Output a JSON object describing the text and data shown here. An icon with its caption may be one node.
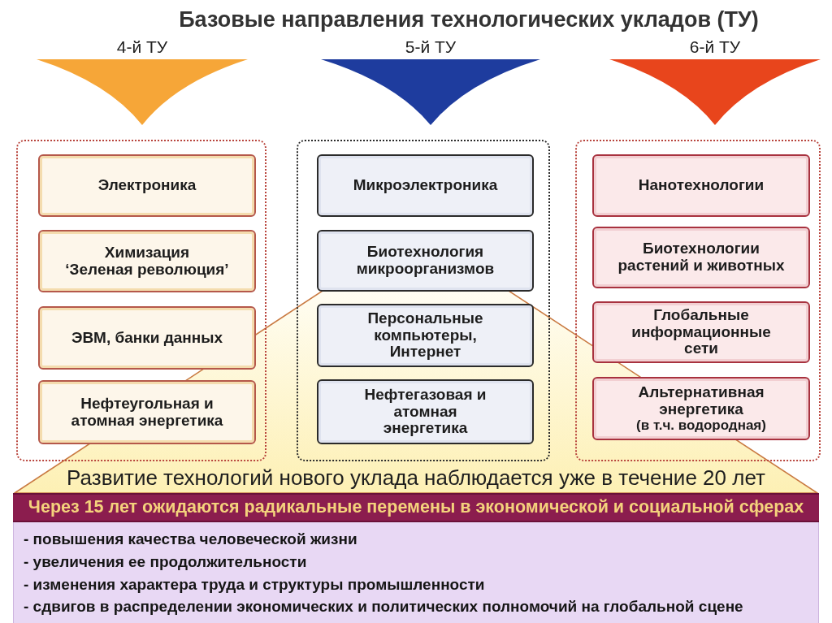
{
  "diagram": {
    "title": "Базовые направления технологических укладов (ТУ)",
    "nodes": [
      {
        "text": [
          "4-й ТУ"
        ]
      },
      {
        "text": [
          "5-й ТУ"
        ]
      },
      {
        "text": [
          "6-й ТУ"
        ]
      },
      {
        "text": [],
        "shape": "box"
      },
      {
        "text": [
          "Электроника"
        ],
        "in": 3
      },
      {
        "text": [
          "Химизация",
          "‘Зеленая революция’"
        ],
        "in": 3
      },
      {
        "text": [
          "ЭВМ, банки данных"
        ],
        "in": 3
      },
      {
        "text": [
          "Нефтеугольная и атомная энергетика"
        ],
        "in": 3
      },
      {
        "text": [],
        "shape": "box"
      },
      {
        "text": [
          "Микроэлектроника"
        ],
        "in": 8
      },
      {
        "text": [
          "Биотехнология микроорганизмов"
        ],
        "in": 8
      },
      {
        "text": [
          "Персональные компьютеры, Интернет"
        ],
        "in": 8
      },
      {
        "text": [
          "Нефтегазовая и атомная энергетика"
        ],
        "in": 8
      },
      {
        "text": [],
        "shape": "box"
      },
      {
        "text": [
          "Нанотехнологии"
        ],
        "in": 13
      },
      {
        "text": [
          "Биотехнологии растений и животных"
        ],
        "in": 13
      },
      {
        "text": [
          "Глобальные информационные сети"
        ],
        "in": 13
      },
      {
        "text": [
          "Альтернативная энергетика",
          "(в т.ч. водородная)"
        ],
        "in": 13
      },
      {
        "text": [
          "Через 15 лет ожидаются радикальные перемены в экономической и социальной сферах"
        ]
      },
      {
        "text": [
          "- повышения качества человеческой жизни",
          "- увеличения ее продолжительности",
          "- изменения характера труда и структуры промышленности",
          "- сдвигов в распределении экономических и политических полномочий на глобальной сцене"
        ]
      }
    ],
    "labels": [
      "Развитие технологий нового уклада наблюдается уже в течение 20 лет"
    ]
  }
}
